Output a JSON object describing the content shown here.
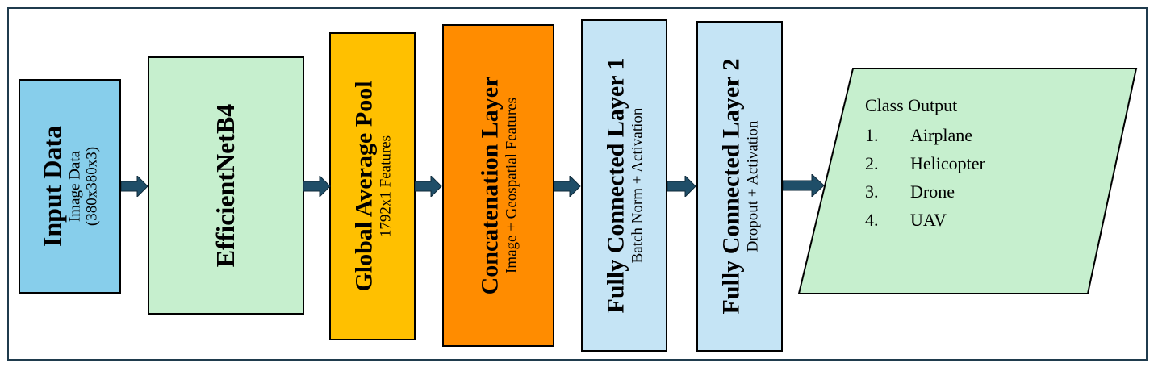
{
  "colors": {
    "input": "#87CEEB",
    "efficientnet": "#C6EFCE",
    "pool": "#FFC000",
    "concat": "#FF8C00",
    "fc": "#C5E4F5",
    "output": "#C6EFCE",
    "arrow": "#1F4E68"
  },
  "blocks": {
    "input": {
      "title": "Input Data",
      "line1": "Image Data",
      "line2": "(380x380x3)"
    },
    "efficientnet": {
      "title": "EfficientNetB4"
    },
    "pool": {
      "title": "Global Average Pool",
      "subtitle": "1792x1 Features"
    },
    "concat": {
      "title": "Concatenation Layer",
      "subtitle": "Image + Geospatial Features"
    },
    "fc1": {
      "title": "Fully Connected Layer 1",
      "subtitle": "Batch Norm + Activation"
    },
    "fc2": {
      "title": "Fully Connected Layer 2",
      "subtitle": "Dropout + Activation"
    }
  },
  "output": {
    "heading": "Class Output",
    "classes": [
      {
        "num": "1.",
        "label": "Airplane"
      },
      {
        "num": "2.",
        "label": "Helicopter"
      },
      {
        "num": "3.",
        "label": "Drone"
      },
      {
        "num": "4.",
        "label": "UAV"
      }
    ]
  }
}
